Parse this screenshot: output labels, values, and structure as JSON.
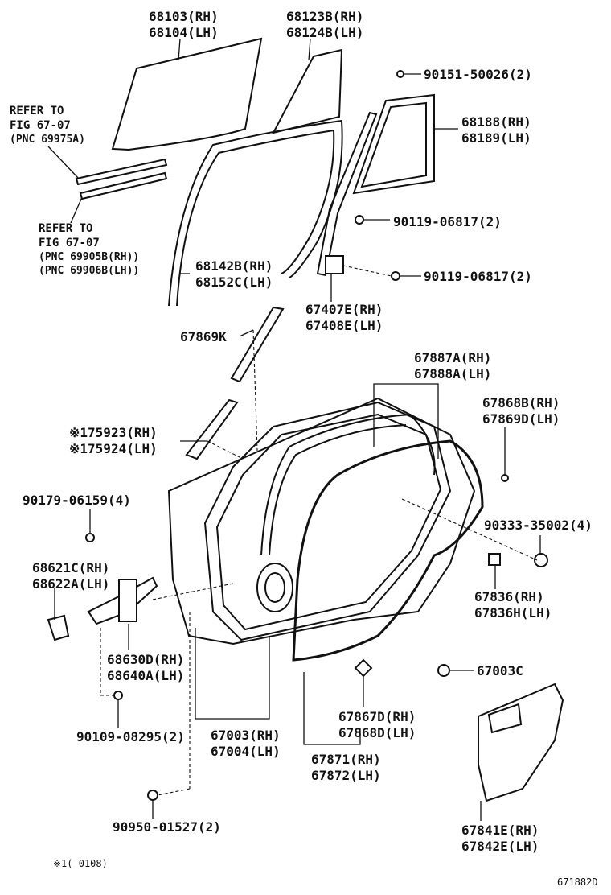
{
  "parts": {
    "p68103": [
      "68103(RH)",
      "68104(LH)"
    ],
    "p68123": [
      "68123B(RH)",
      "68124B(LH)"
    ],
    "p90151": [
      "90151-50026(2)"
    ],
    "p68188": [
      "68188(RH)",
      "68189(LH)"
    ],
    "ref1": [
      "REFER TO",
      "FIG 67-07",
      "(PNC 69975A)"
    ],
    "p90119a": [
      "90119-06817(2)"
    ],
    "ref2": [
      "REFER TO",
      "FIG 67-07",
      "(PNC 69905B(RH))",
      "(PNC 69906B(LH))"
    ],
    "p68142": [
      "68142B(RH)",
      "68152C(LH)"
    ],
    "p90119b": [
      "90119-06817(2)"
    ],
    "p67407": [
      "67407E(RH)",
      "67408E(LH)"
    ],
    "p67869k": [
      "67869K"
    ],
    "p67887": [
      "67887A(RH)",
      "67888A(LH)"
    ],
    "p175923": [
      "※175923(RH)",
      "※175924(LH)"
    ],
    "p67868b": [
      "67868B(RH)",
      "67869D(LH)"
    ],
    "p90179": [
      "90179-06159(4)"
    ],
    "p90333": [
      "90333-35002(4)"
    ],
    "p68621": [
      "68621C(RH)",
      "68622A(LH)"
    ],
    "p67836": [
      "67836(RH)",
      "67836H(LH)"
    ],
    "p68630": [
      "68630D(RH)",
      "68640A(LH)"
    ],
    "p67003c": [
      "67003C"
    ],
    "p67867": [
      "67867D(RH)",
      "67868D(LH)"
    ],
    "p90109": [
      "90109-08295(2)"
    ],
    "p67003": [
      "67003(RH)",
      "67004(LH)"
    ],
    "p67871": [
      "67871(RH)",
      "67872(LH)"
    ],
    "p90950": [
      "90950-01527(2)"
    ],
    "p67841": [
      "67841E(RH)",
      "67842E(LH)"
    ]
  },
  "footnote": "※1(       0108)",
  "diagram_id": "671882D"
}
